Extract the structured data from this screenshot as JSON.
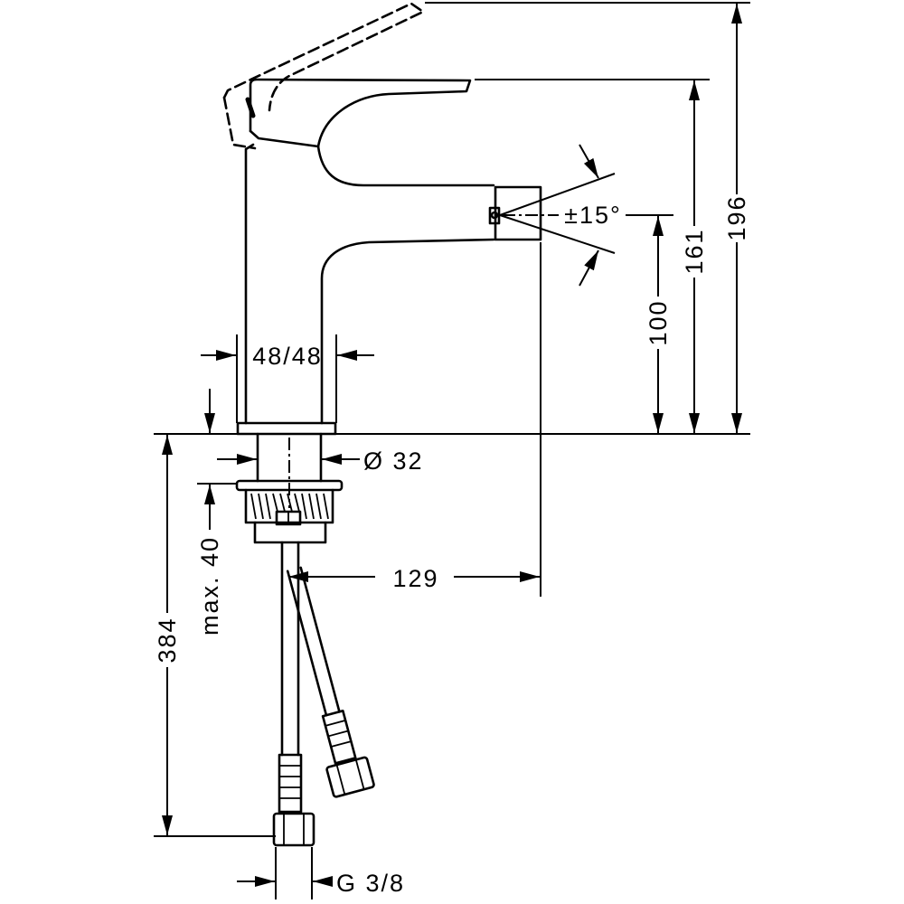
{
  "colors": {
    "line": "#000000",
    "background": "#ffffff"
  },
  "dimensions": {
    "angle": "±15°",
    "height_total": "196",
    "height_handle": "161",
    "height_spout": "100",
    "body_width": "48/48",
    "shank_diameter": "Ø 32",
    "max_counter_thickness": "max. 40",
    "hose_length": "384",
    "spout_projection": "129",
    "connection_thread": "G 3/8"
  }
}
